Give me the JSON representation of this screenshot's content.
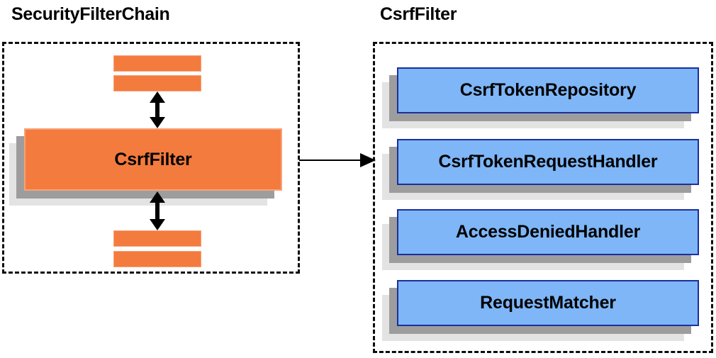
{
  "diagram": {
    "type": "component-relationship-diagram",
    "background_color": "#ffffff",
    "panels": [
      {
        "id": "security-filter-chain",
        "title": "SecurityFilterChain",
        "border_style": "dashed",
        "border_color": "#0d0d0d",
        "items": [
          {
            "kind": "bar",
            "label": "",
            "color": "#f47b3e"
          },
          {
            "kind": "bar",
            "label": "",
            "color": "#f47b3e"
          },
          {
            "kind": "box",
            "label": "CsrfFilter",
            "color": "#f47b3e",
            "border_color": "#f7a279"
          },
          {
            "kind": "bar",
            "label": "",
            "color": "#f47b3e"
          },
          {
            "kind": "bar",
            "label": "",
            "color": "#f47b3e"
          }
        ]
      },
      {
        "id": "csrf-filter",
        "title": "CsrfFilter",
        "border_style": "dashed",
        "border_color": "#0d0d0d",
        "items": [
          {
            "kind": "box",
            "label": "CsrfTokenRepository",
            "color": "#7eb6f7",
            "border_color": "#1b2f9e"
          },
          {
            "kind": "box",
            "label": "CsrfTokenRequestHandler",
            "color": "#7eb6f7",
            "border_color": "#1b2f9e"
          },
          {
            "kind": "box",
            "label": "AccessDeniedHandler",
            "color": "#7eb6f7",
            "border_color": "#1b2f9e"
          },
          {
            "kind": "box",
            "label": "RequestMatcher",
            "color": "#7eb6f7",
            "border_color": "#1b2f9e"
          }
        ]
      }
    ],
    "connectors": [
      {
        "id": "arrow-top",
        "direction": "double-vertical",
        "from": "filter-bar-2",
        "to": "csrf-filter-box"
      },
      {
        "id": "arrow-bottom",
        "direction": "double-vertical",
        "from": "csrf-filter-box",
        "to": "filter-bar-3"
      },
      {
        "id": "arrow-expand",
        "direction": "single-horizontal",
        "from": "security-filter-chain",
        "to": "csrf-filter"
      }
    ],
    "shadow_colors": {
      "near": "#9d9d9d",
      "far": "#e3e3e3"
    }
  }
}
